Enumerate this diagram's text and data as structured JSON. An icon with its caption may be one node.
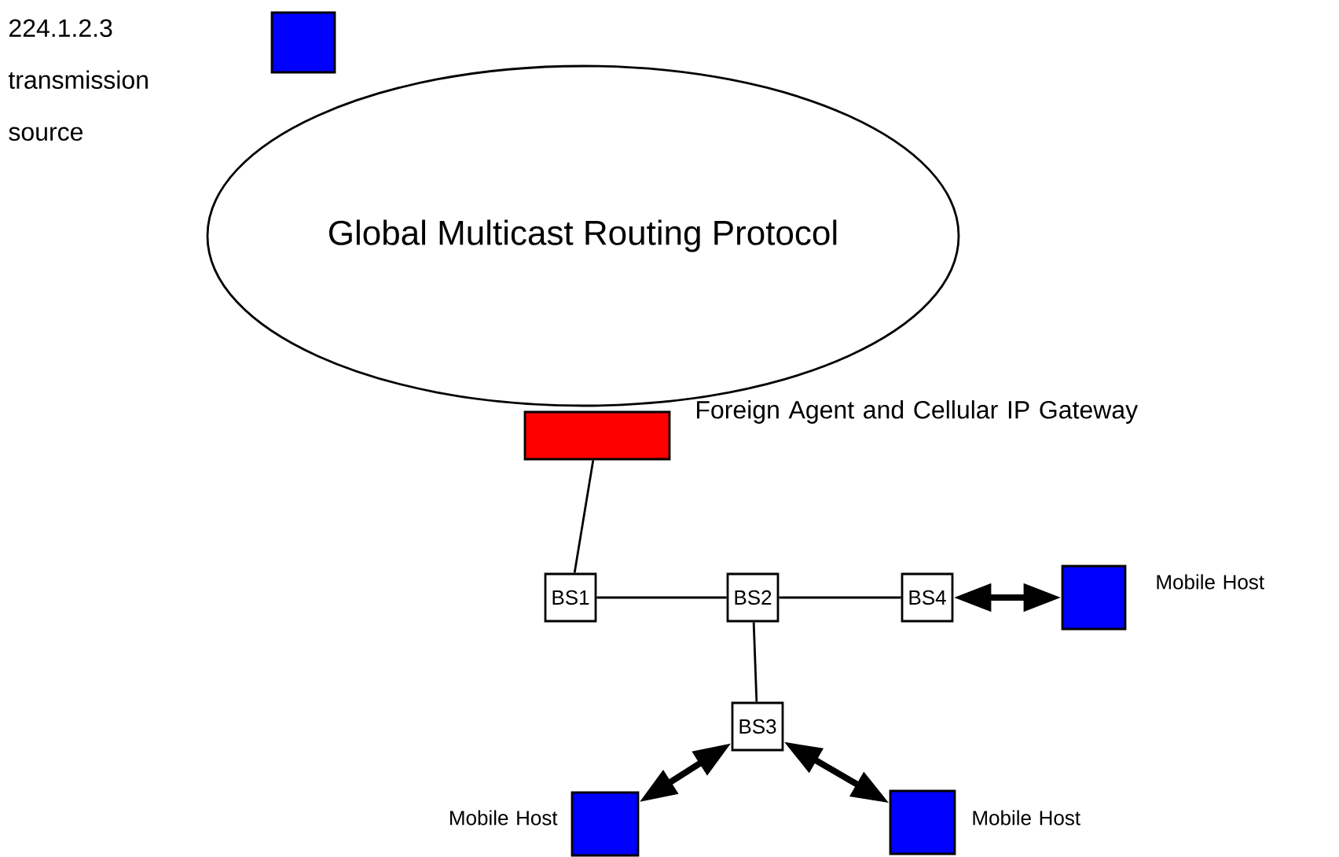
{
  "diagram": {
    "nodes": [
      {
        "text": [],
        "shape": "box"
      },
      {
        "text": [
          "Global Multicast Routing Protocol"
        ]
      },
      {
        "text": [],
        "shape": "box"
      },
      {
        "text": [
          "BS1"
        ]
      },
      {
        "text": [
          "BS2"
        ]
      },
      {
        "text": [
          "BS4"
        ]
      },
      {
        "text": [],
        "shape": "box",
        "beside": [
          "Mobile Host"
        ]
      },
      {
        "text": [
          "BS3"
        ]
      },
      {
        "text": [],
        "shape": "box",
        "beside": [
          "Mobile Host"
        ]
      },
      {
        "text": [],
        "shape": "box",
        "beside": [
          "Mobile Host"
        ]
      }
    ],
    "edges": [
      {
        "from": 2,
        "to": 3,
        "arrow": "none"
      },
      {
        "from": 3,
        "to": 4,
        "arrow": "none"
      },
      {
        "from": 4,
        "to": 5,
        "arrow": "none"
      },
      {
        "from": 5,
        "to": 6,
        "arrow": "both",
        "style": "thick"
      },
      {
        "from": 4,
        "to": 7,
        "arrow": "none"
      },
      {
        "from": 7,
        "to": 8,
        "arrow": "both",
        "style": "thick"
      },
      {
        "from": 7,
        "to": 9,
        "arrow": "both",
        "style": "thick"
      }
    ],
    "labels": [
      "224.1.2.3 transmission source",
      "Foreign Agent and Cellular IP Gateway"
    ]
  }
}
